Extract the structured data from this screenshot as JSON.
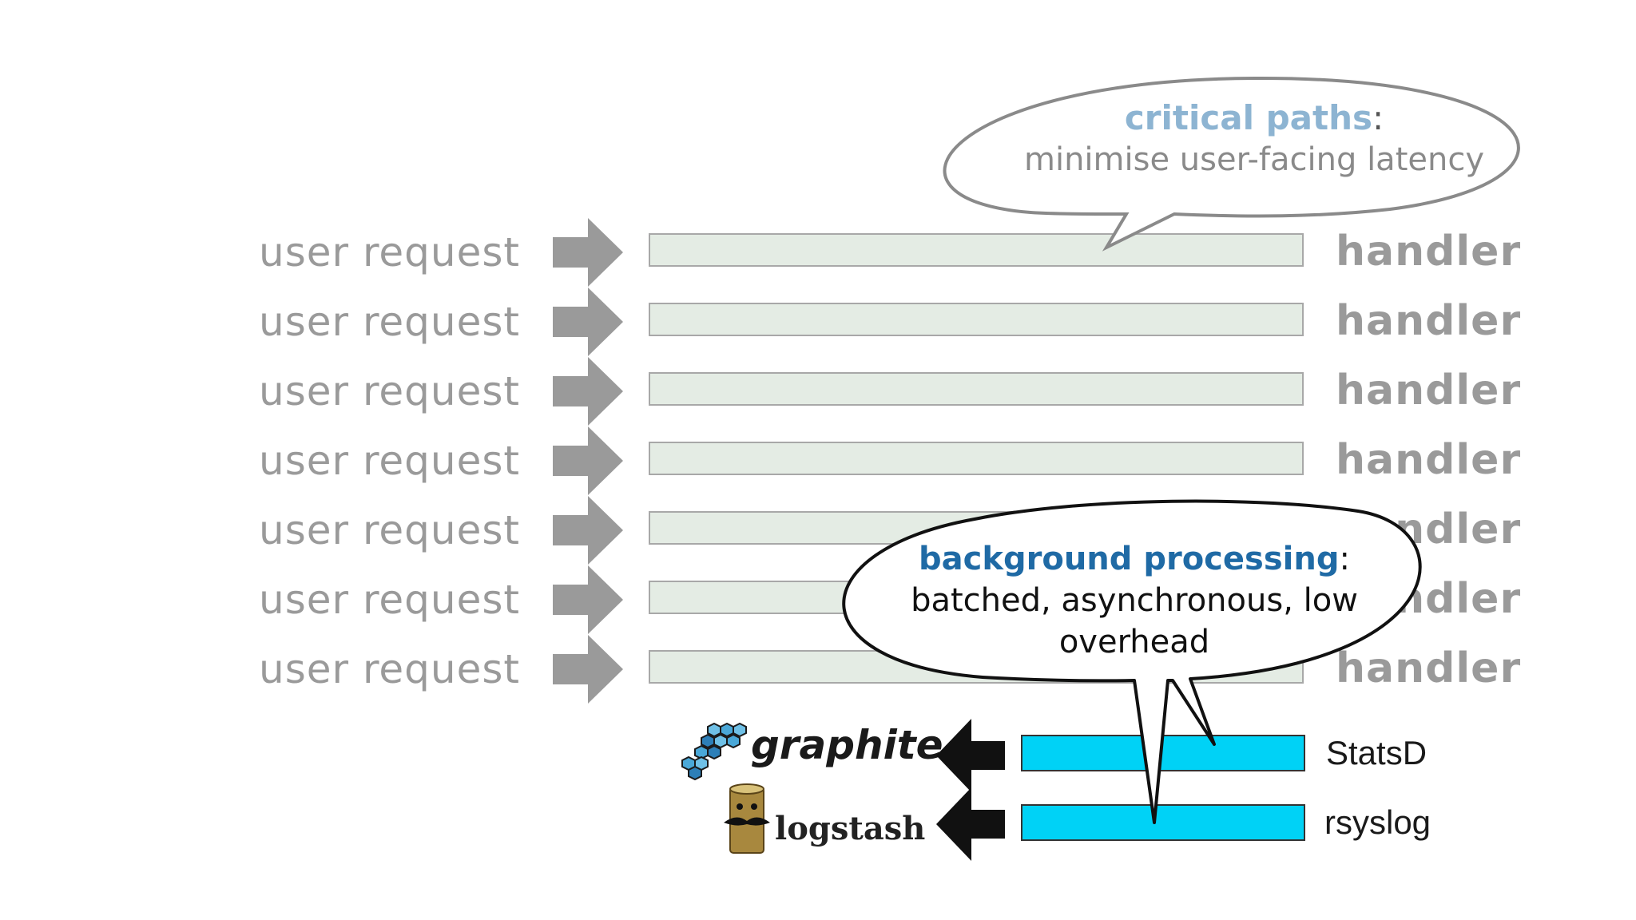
{
  "rows": [
    {
      "request": "user request",
      "handler": "handler"
    },
    {
      "request": "user request",
      "handler": "handler"
    },
    {
      "request": "user request",
      "handler": "handler"
    },
    {
      "request": "user request",
      "handler": "handler"
    },
    {
      "request": "user request",
      "handler": "handler"
    },
    {
      "request": "user request",
      "handler": "handler"
    },
    {
      "request": "user request",
      "handler": "handler"
    }
  ],
  "critical_bubble": {
    "title": "critical paths",
    "colon": ":",
    "subtitle": "minimise user-facing latency",
    "title_color": "#8db4d2"
  },
  "background_bubble": {
    "title": "background processing",
    "colon": ":",
    "line1": "batched, asynchronous, low",
    "line2": "overhead",
    "title_color": "#1f6aa5"
  },
  "sinks": [
    {
      "logo": "graphite",
      "logo_icon": "graphite-hexagon-logo-icon",
      "label": "StatsD",
      "bar_color": "#00d2f6"
    },
    {
      "logo": "logstash",
      "logo_icon": "logstash-log-mascot-icon",
      "label": "rsyslog",
      "bar_color": "#00d2f6"
    }
  ]
}
